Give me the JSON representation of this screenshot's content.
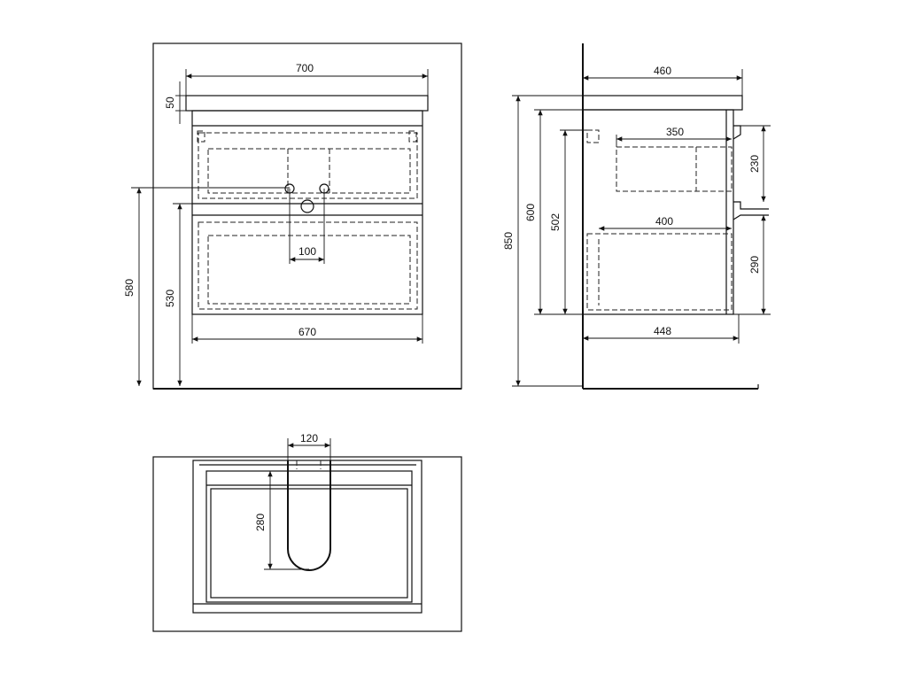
{
  "front_view": {
    "width_top": "700",
    "top_thickness": "50",
    "tap_spacing": "100",
    "cabinet_width": "670",
    "height_580": "580",
    "height_530": "530"
  },
  "side_view": {
    "depth_top": "460",
    "inner_upper": "350",
    "inner_lower": "400",
    "depth_cabinet": "448",
    "height_850": "850",
    "height_600": "600",
    "height_502": "502",
    "drawer_upper": "230",
    "drawer_lower": "290"
  },
  "top_view": {
    "cutout_width": "120",
    "cutout_depth": "280"
  }
}
